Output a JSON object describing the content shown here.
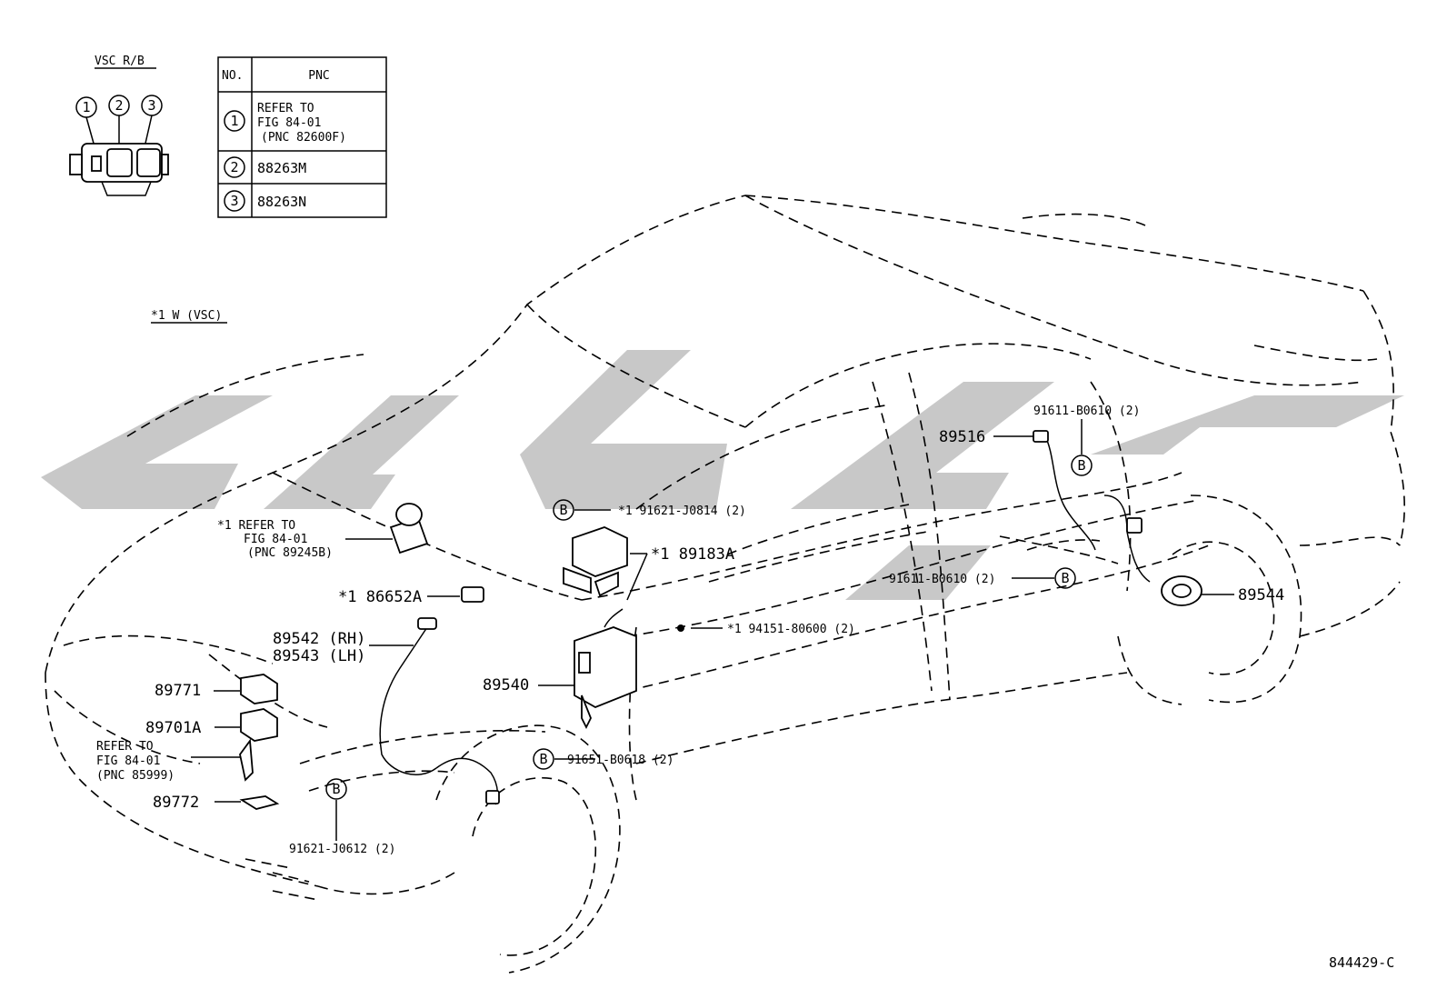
{
  "header": {
    "vsc_rb_label": "VSC R/B",
    "note_label": "*1 W (VSC)",
    "connector_numbers": [
      "1",
      "2",
      "3"
    ]
  },
  "table": {
    "col_no": "NO.",
    "col_pnc": "PNC",
    "rows": [
      {
        "no": "1",
        "pnc_lines": [
          "REFER TO",
          "FIG 84-01",
          "(PNC 82600F)"
        ]
      },
      {
        "no": "2",
        "pnc_lines": [
          "88263M"
        ]
      },
      {
        "no": "3",
        "pnc_lines": [
          "88263N"
        ]
      }
    ]
  },
  "callouts": {
    "refer_89245b": [
      "*1 REFER TO",
      "FIG 84-01",
      "(PNC 89245B)"
    ],
    "b_91621_j0814": "*1 91621-J0814 (2)",
    "p_89183a": "*1 89183A",
    "p_86652a": "*1 86652A",
    "p_89542": "89542 (RH)",
    "p_89543": "89543 (LH)",
    "p_89540": "89540",
    "p_94151": "*1 94151-80600 (2)",
    "p_89771": "89771",
    "p_89701a": "89701A",
    "refer_85999": [
      "REFER TO",
      "FIG 84-01",
      "(PNC 85999)"
    ],
    "p_89772": "89772",
    "b_91651": "91651-B0618 (2)",
    "b_91621_j0612": "91621-J0612 (2)",
    "p_89516": "89516",
    "b_91611_top": "91611-B0610 (2)",
    "b_91611_mid": "91611-B0610 (2)",
    "p_89544": "89544",
    "bolt_letter": "B",
    "figure_id": "844429-C"
  },
  "colors": {
    "line": "#000000",
    "watermark": "#c8c8c8",
    "background": "#ffffff"
  }
}
